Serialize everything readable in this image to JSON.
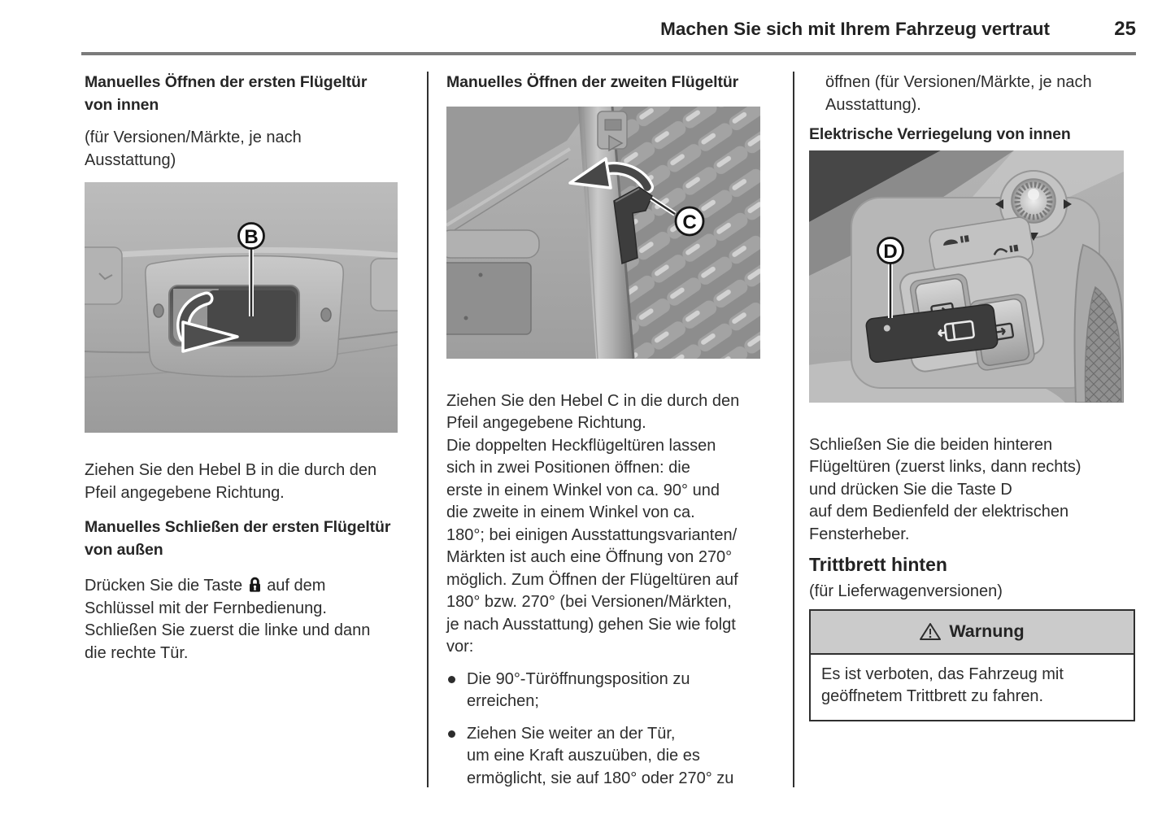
{
  "header": {
    "title": "Machen Sie sich mit Ihrem Fahrzeug vertraut",
    "page_number": "25"
  },
  "icons": {
    "lock_icon": "closed-padlock",
    "warning_icon": "warning-triangle",
    "arrow_icon": "rotate-pull-arrow"
  },
  "col1": {
    "heading_open": "Manuelles Öffnen der ersten Flügeltür\nvon innen",
    "note_versions": "(für Versionen/Märkte, je nach\nAusstattung)",
    "figure_label": "B",
    "para_pull": "Ziehen Sie den Hebel B in die durch den\nPfeil angegebene Richtung.",
    "heading_close": "Manuelles Schließen der ersten Flügeltür\nvon außen",
    "para_key_before": "Drücken Sie die Taste",
    "para_key_after": "auf dem\nSchlüssel mit der Fernbedienung.\nSchließen Sie zuerst die linke und dann\ndie rechte Tür."
  },
  "col2": {
    "heading_open_second": "Manuelles Öffnen der zweiten Flügeltür",
    "figure_label": "C",
    "para_pull": "Ziehen Sie den Hebel C in die durch den\nPfeil angegebene Richtung.\nDie doppelten Heckflügeltüren lassen\nsich in zwei Positionen öffnen: die\nerste in einem Winkel von ca. 90° und\ndie zweite in einem Winkel von ca.\n180°; bei einigen Ausstattungsvarianten/\nMärkten ist auch eine Öffnung von 270°\nmöglich. Zum Öffnen der Flügeltüren auf\n180° bzw. 270° (bei Versionen/Märkten,\nje nach Ausstattung) gehen Sie wie folgt\nvor:",
    "bullets": [
      "Die 90°-Türöffnungsposition zu\nerreichen;",
      "Ziehen Sie weiter an der Tür,\num eine Kraft auszuüben, die es\nermöglicht, sie auf 180° oder 270° zu"
    ]
  },
  "col3": {
    "para_continued": "öffnen (für Versionen/Märkte, je nach\nAusstattung).",
    "heading_electric": "Elektrische Verriegelung von innen",
    "figure_label": "D",
    "para_close": "Schließen Sie die beiden hinteren\nFlügeltüren (zuerst links, dann rechts)\nund drücken Sie die Taste D\nauf dem Bedienfeld der elektrischen\nFensterheber.",
    "heading_step": "Trittbrett hinten",
    "note_vans": "(für Lieferwagenversionen)",
    "warning": {
      "title": "Warnung",
      "body": "Es ist verboten, das Fahrzeug mit\ngeöffnetem Trittbrett zu fahren."
    }
  }
}
